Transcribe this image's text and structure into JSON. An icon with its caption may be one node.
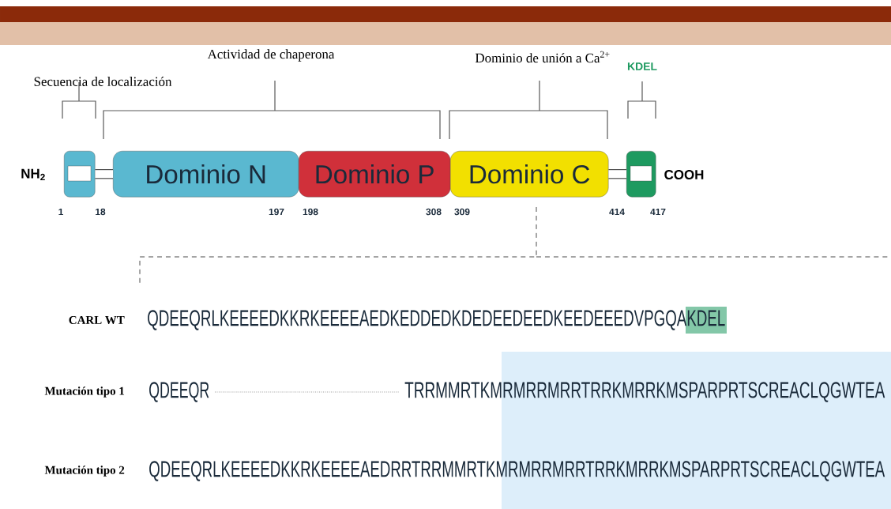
{
  "diagram": {
    "nodes": [
      {
        "text": [],
        "shape": "box"
      },
      {
        "text": [
          "Dominio N"
        ]
      },
      {
        "text": [
          "Dominio P"
        ]
      },
      {
        "text": [
          "Dominio C"
        ]
      },
      {
        "text": [],
        "shape": "box"
      }
    ],
    "edges": [
      {
        "from": 0,
        "to": 1,
        "arrow": "none"
      },
      {
        "from": 3,
        "to": 4,
        "arrow": "none"
      }
    ],
    "labels": [
      "Actividad de chaperona",
      "Dominio de unión a Ca$^{2+}$",
      "Secuencia de localización",
      "KDEL",
      "NH$_{2}$",
      "COOH",
      "1",
      "18",
      "197",
      "198",
      "308",
      "309",
      "414",
      "417",
      "CARL WT",
      "QDEEQRLKEEEEDKKRKEEEEAEDKEDDEDKDEDEEDEEDKEEDEEEDVPGQAKDEL",
      "Mutación tipo 1",
      "QDEEQR",
      "TRRMMRTKMRMRRMRRTRRKMRRKMSPARPRTSCREACLQGWTEA",
      "Mutación tipo 2",
      "QDEEQRLKEEEEDKKRKEEEEAEDRRTRRMMRTKMRMRRMRRTRRKMRRKMSPARPRTSCREACLQGWTEA"
    ]
  }
}
